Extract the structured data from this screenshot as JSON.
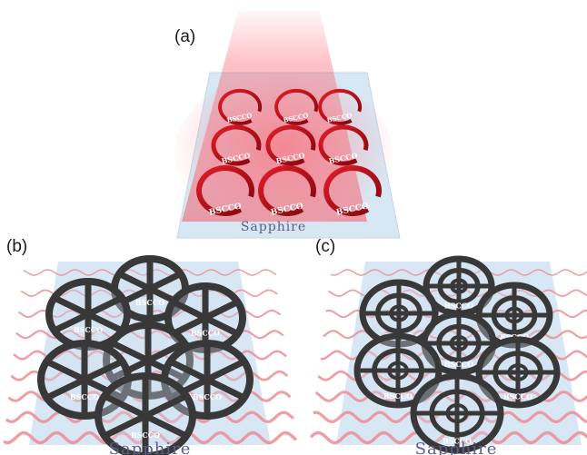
{
  "figure": {
    "panels": [
      {
        "label": "(a)",
        "substrate_label": "Sapphire",
        "device_label": "BSCCO",
        "element": "split-ring resonator array",
        "grid": "3x3",
        "illumination": "red beam from above",
        "ring_color": "#c4121c",
        "substrate_color": "#d7e8f4"
      },
      {
        "label": "(b)",
        "substrate_label": "Sapphire",
        "device_label": "BSCCO",
        "element": "wheel with 6 spokes",
        "count": 7,
        "wave_color": "#ec8d95",
        "element_color": "#383838"
      },
      {
        "label": "(c)",
        "substrate_label": "Sapphire",
        "device_label": "BSCCO",
        "element": "concentric-ring target with cross",
        "count": 7,
        "wave_color": "#ec8d95",
        "element_color": "#383838"
      }
    ]
  }
}
